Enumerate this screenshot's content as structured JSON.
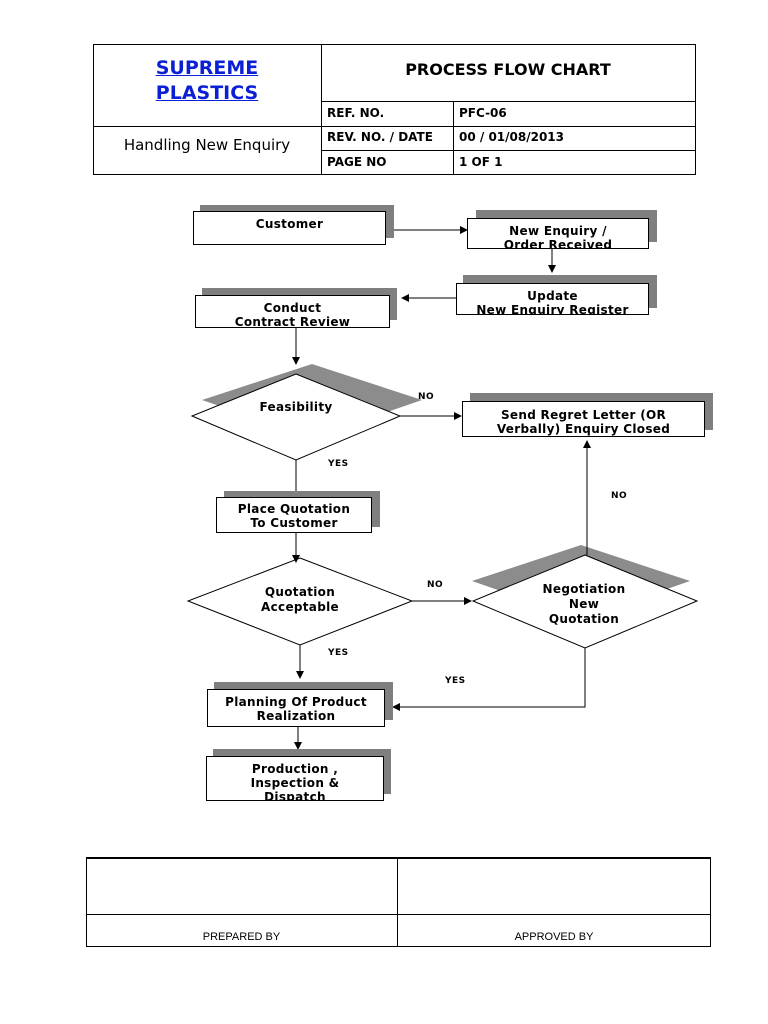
{
  "header": {
    "company_line1": "SUPREME",
    "company_line2": "PLASTICS",
    "subject": "Handling New Enquiry",
    "title": "PROCESS FLOW CHART",
    "ref_label": "REF. NO.",
    "ref_value": "PFC-06",
    "rev_label": "REV. NO. / DATE",
    "rev_value": "00 / 01/08/2013",
    "page_label": "PAGE NO",
    "page_value": "1 OF 1"
  },
  "flow": {
    "customer": "Customer",
    "new_enquiry_1": "New Enquiry  /",
    "new_enquiry_2": "Order Received",
    "update_1": "Update",
    "update_2": "New Enquiry Register",
    "review_1": "Conduct",
    "review_2": "Contract Review",
    "feasibility": "Feasibility",
    "regret_1": "Send Regret Letter (OR",
    "regret_2": "Verbally) Enquiry Closed",
    "quotation_1": "Place Quotation",
    "quotation_2": "To Customer",
    "acceptable_1": "Quotation",
    "acceptable_2": "Acceptable",
    "negotiation_1": "Negotiation",
    "negotiation_2": "New",
    "negotiation_3": "Quotation",
    "planning_1": "Planning Of Product",
    "planning_2": "Realization",
    "production_1": "Production ,",
    "production_2": "Inspection &",
    "production_3": "Dispatch",
    "no_feasibility": "NO",
    "yes_feasibility": "YES",
    "no_negotiation": "NO",
    "no_acceptable": "NO",
    "yes_acceptable": "YES",
    "yes_negotiation": "YES"
  },
  "footer": {
    "prepared_by": "PREPARED BY",
    "approved_by": "APPROVED BY"
  }
}
